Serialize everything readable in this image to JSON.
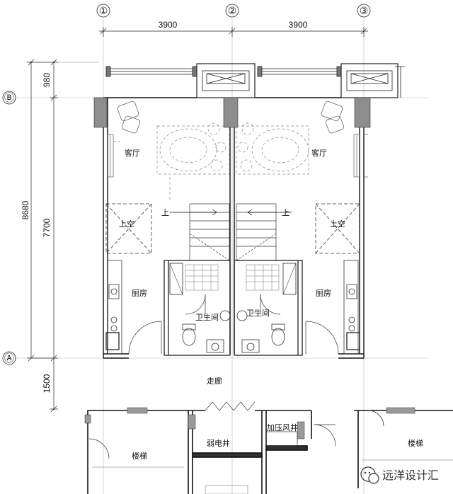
{
  "axes": {
    "columns": [
      "①",
      "②",
      "③"
    ],
    "rows": [
      "Ⓑ",
      "Ⓐ"
    ]
  },
  "dimensions": {
    "bay_left": "3900",
    "bay_right": "3900",
    "overall_depth": "8680",
    "top_offset": "980",
    "unit_depth": "7700",
    "corridor_depth": "1500"
  },
  "rooms": {
    "living_left": "客厅",
    "living_right": "客厅",
    "void_left": "上空",
    "void_right": "上空",
    "kitchen_left": "厨房",
    "kitchen_right": "厨房",
    "bath_left": "卫生间",
    "bath_right": "卫生间",
    "stair_up_left": "上",
    "stair_up_right": "上",
    "corridor": "走廊",
    "stair_left": "楼梯",
    "stair_right": "楼梯",
    "weak_shaft": "弱电井",
    "pressure_shaft": "加压风井"
  },
  "watermark": {
    "text": "远洋设计汇",
    "icon": "wechat-icon"
  }
}
